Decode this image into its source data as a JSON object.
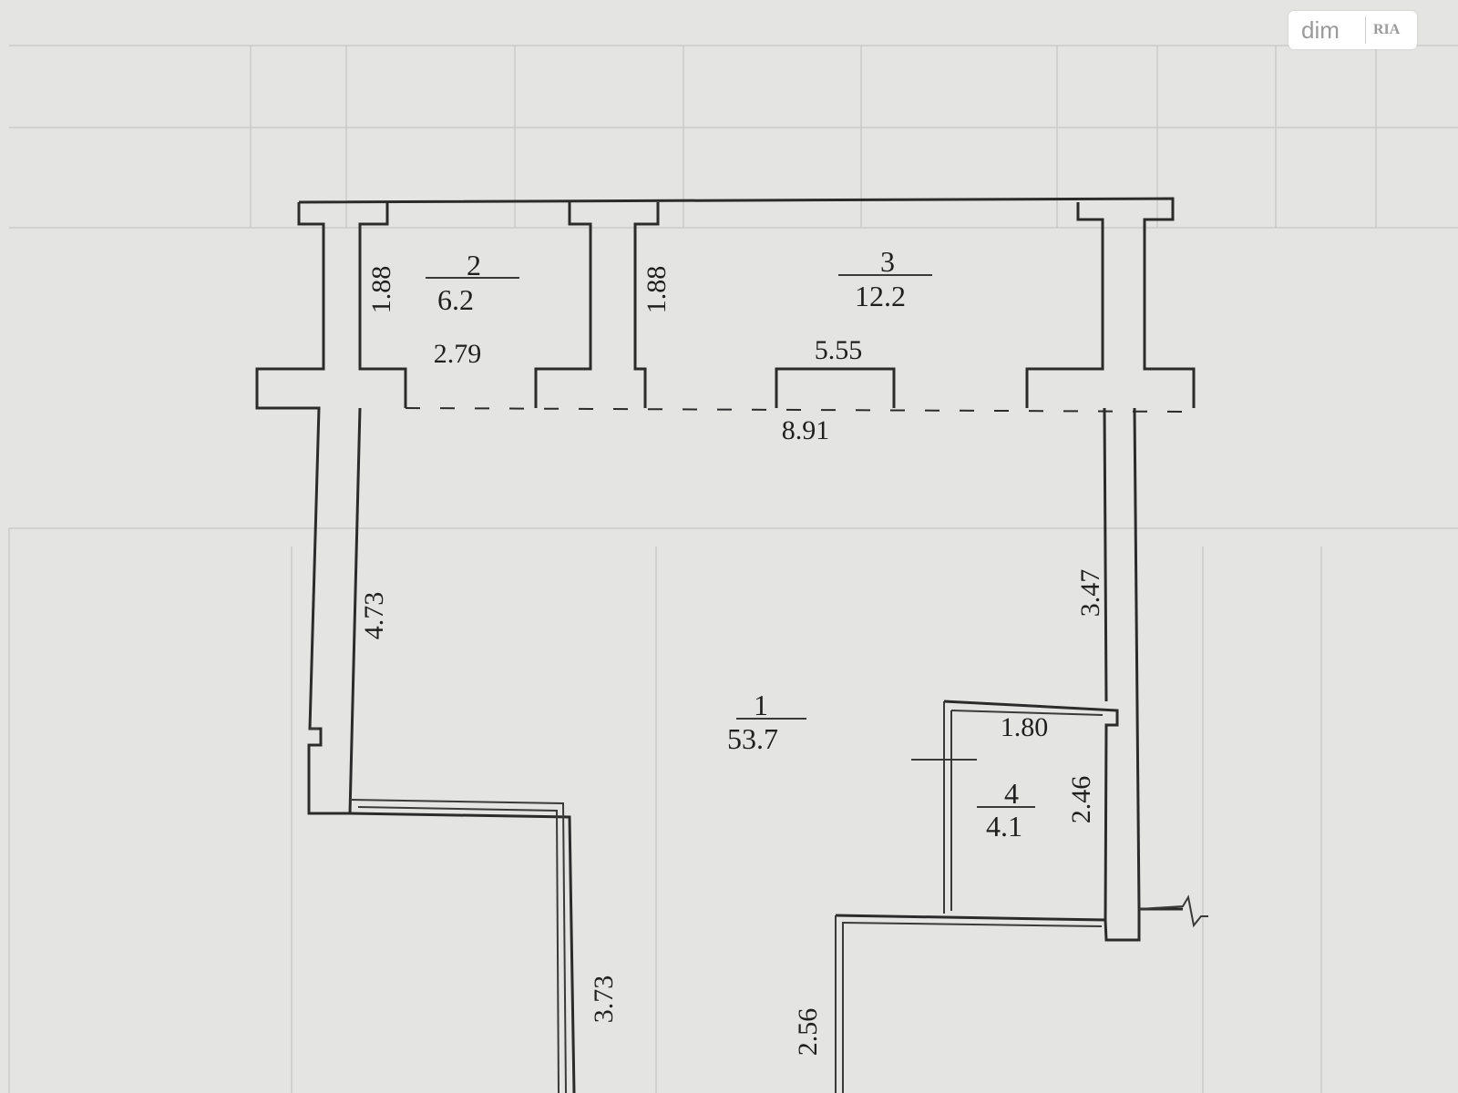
{
  "watermark": {
    "brand": "dim",
    "mark": "RIA"
  },
  "rooms": [
    {
      "number": "1",
      "area": "53.7"
    },
    {
      "number": "2",
      "area": "6.2"
    },
    {
      "number": "3",
      "area": "12.2"
    },
    {
      "number": "4",
      "area": "4.1"
    }
  ],
  "dimensions": {
    "room2_depth": "1.88",
    "room2_width": "2.79",
    "room3_depth": "1.88",
    "room3_width": "5.55",
    "main_width": "8.91",
    "left_wall": "4.73",
    "right_wall": "3.47",
    "room4_width": "1.80",
    "room4_depth": "2.46",
    "lower_left": "3.73",
    "lower_mid": "2.56"
  }
}
